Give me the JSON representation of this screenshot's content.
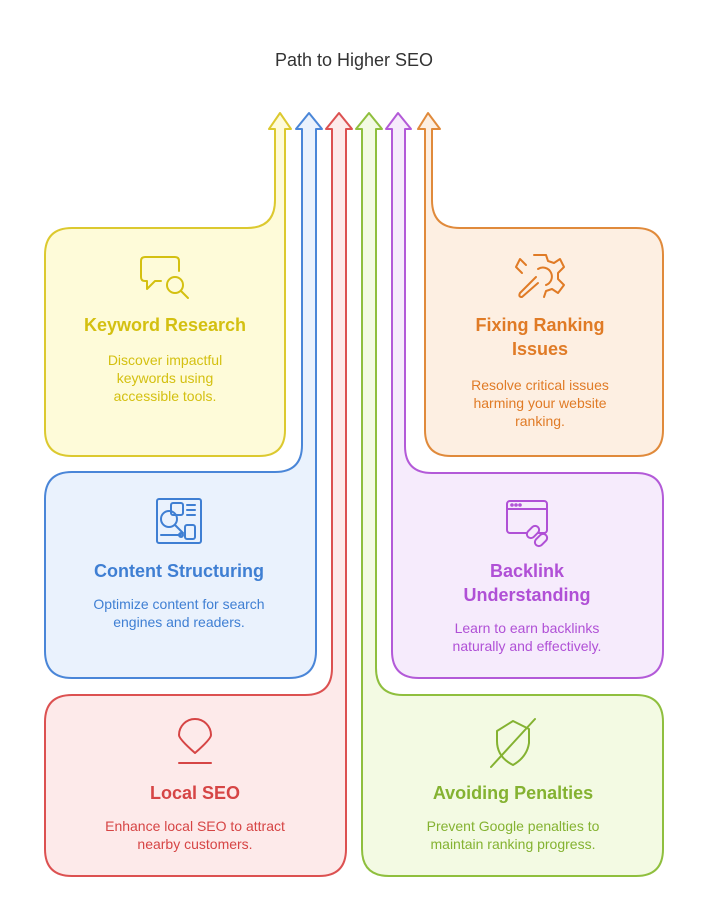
{
  "title": "Path to Higher SEO",
  "cards": [
    {
      "id": "keyword",
      "title_lines": [
        "Keyword Research"
      ],
      "desc_lines": [
        "Discover impactful",
        "keywords using",
        "accessible tools."
      ],
      "icon": "chat-search-icon",
      "stroke": "#dcc92f",
      "fill": "#fefbd9",
      "text": "#d4c011"
    },
    {
      "id": "content",
      "title_lines": [
        "Content Structuring"
      ],
      "desc_lines": [
        "Optimize content for search",
        "engines and readers."
      ],
      "icon": "content-layout-icon",
      "stroke": "#4a86d8",
      "fill": "#eaf2fd",
      "text": "#3f7fd3"
    },
    {
      "id": "local",
      "title_lines": [
        "Local SEO"
      ],
      "desc_lines": [
        "Enhance local SEO to attract",
        "nearby customers."
      ],
      "icon": "location-pin-icon",
      "stroke": "#dc5151",
      "fill": "#fdeaea",
      "text": "#d64545"
    },
    {
      "id": "ranking",
      "title_lines": [
        "Fixing Ranking",
        "Issues"
      ],
      "desc_lines": [
        "Resolve critical issues",
        "harming your website",
        "ranking."
      ],
      "icon": "wrench-gear-icon",
      "stroke": "#e08a3b",
      "fill": "#fdefe2",
      "text": "#e07b26"
    },
    {
      "id": "backlink",
      "title_lines": [
        "Backlink",
        "Understanding"
      ],
      "desc_lines": [
        "Learn to earn backlinks",
        "naturally and effectively."
      ],
      "icon": "browser-link-icon",
      "stroke": "#b35ad8",
      "fill": "#f6ebfc",
      "text": "#b050d6"
    },
    {
      "id": "penalty",
      "title_lines": [
        "Avoiding Penalties"
      ],
      "desc_lines": [
        "Prevent Google penalties to",
        "maintain ranking progress."
      ],
      "icon": "shield-off-icon",
      "stroke": "#8fbf3e",
      "fill": "#f3fae3",
      "text": "#84b231"
    }
  ]
}
